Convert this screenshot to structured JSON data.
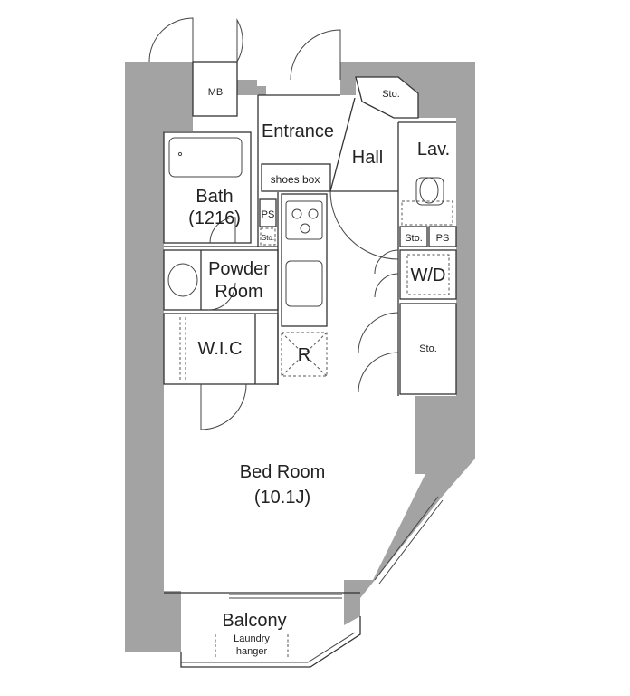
{
  "rooms": {
    "mb": "MB",
    "entrance": "Entrance",
    "hall": "Hall",
    "lav": "Lav.",
    "sto_top": "Sto.",
    "shoes_box": "shoes box",
    "bath": "Bath",
    "bath_size": "(1216)",
    "ps_left": "PS",
    "sto_small_left": "Sto.",
    "sto_lav": "Sto.",
    "ps_lav": "PS",
    "powder_room_line1": "Powder",
    "powder_room_line2": "Room",
    "wd": "W/D",
    "wic": "W.I.C",
    "fridge": "R",
    "sto_right": "Sto.",
    "bedroom": "Bed Room",
    "bedroom_size": "(10.1J)",
    "balcony": "Balcony",
    "laundry_line1": "Laundry",
    "laundry_line2": "hanger"
  }
}
